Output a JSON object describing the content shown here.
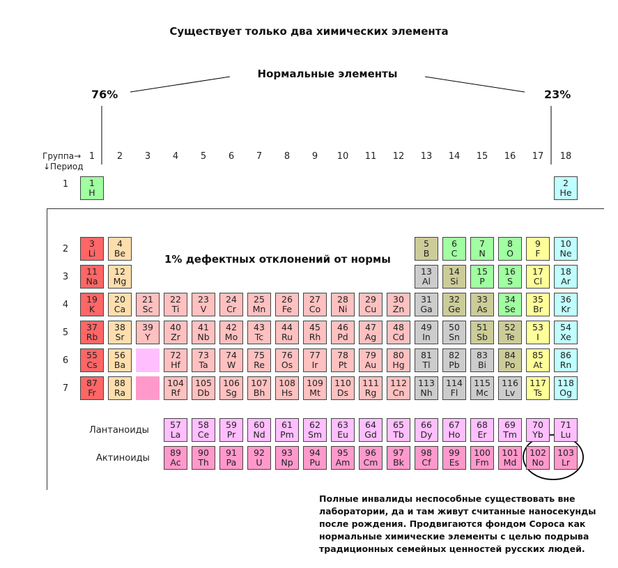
{
  "title": "Существует только два химических элемента",
  "normal_label": "Нормальные элементы",
  "left_percent": "76%",
  "right_percent": "23%",
  "defect_label": "1% дефектных отклонений от нормы",
  "axis": {
    "group": "Группа→",
    "period": "↓Период"
  },
  "groups": [
    "1",
    "2",
    "3",
    "4",
    "5",
    "6",
    "7",
    "8",
    "9",
    "10",
    "11",
    "12",
    "13",
    "14",
    "15",
    "16",
    "17",
    "18"
  ],
  "periods": [
    "1",
    "2",
    "3",
    "4",
    "5",
    "6",
    "7"
  ],
  "lanthanides_label": "Лантаноиды",
  "actinides_label": "Актиноиды",
  "note": "Полные инвалиды неспособные существовать вне лаборатории, да и там живут считанные наносекунды после рождения. Продвигаются фондом Сороса как нормальные химические элементы с целью подрыва традиционных семейных ценностей русских людей.",
  "colors": {
    "alkali": "#ff6666",
    "alkaline": "#ffdead",
    "transition": "#ffc0c0",
    "poor": "#cccccc",
    "metalloid": "#cccc99",
    "nonmetal": "#a0ffa0",
    "halogen": "#ffff99",
    "noble": "#c0ffff",
    "lanthanide": "#ffbfff",
    "actinide": "#ff99cc"
  },
  "elements": [
    {
      "n": "1",
      "s": "H",
      "c": "nonmetal",
      "g": 1,
      "p": 1
    },
    {
      "n": "2",
      "s": "He",
      "c": "noble",
      "g": 18,
      "p": 1
    },
    {
      "n": "3",
      "s": "Li",
      "c": "alkali",
      "g": 1,
      "p": 2
    },
    {
      "n": "4",
      "s": "Be",
      "c": "alkaline",
      "g": 2,
      "p": 2
    },
    {
      "n": "5",
      "s": "B",
      "c": "metalloid",
      "g": 13,
      "p": 2
    },
    {
      "n": "6",
      "s": "C",
      "c": "nonmetal",
      "g": 14,
      "p": 2
    },
    {
      "n": "7",
      "s": "N",
      "c": "nonmetal",
      "g": 15,
      "p": 2
    },
    {
      "n": "8",
      "s": "O",
      "c": "nonmetal",
      "g": 16,
      "p": 2
    },
    {
      "n": "9",
      "s": "F",
      "c": "halogen",
      "g": 17,
      "p": 2
    },
    {
      "n": "10",
      "s": "Ne",
      "c": "noble",
      "g": 18,
      "p": 2
    },
    {
      "n": "11",
      "s": "Na",
      "c": "alkali",
      "g": 1,
      "p": 3
    },
    {
      "n": "12",
      "s": "Mg",
      "c": "alkaline",
      "g": 2,
      "p": 3
    },
    {
      "n": "13",
      "s": "Al",
      "c": "poor",
      "g": 13,
      "p": 3
    },
    {
      "n": "14",
      "s": "Si",
      "c": "metalloid",
      "g": 14,
      "p": 3
    },
    {
      "n": "15",
      "s": "P",
      "c": "nonmetal",
      "g": 15,
      "p": 3
    },
    {
      "n": "16",
      "s": "S",
      "c": "nonmetal",
      "g": 16,
      "p": 3
    },
    {
      "n": "17",
      "s": "Cl",
      "c": "halogen",
      "g": 17,
      "p": 3
    },
    {
      "n": "18",
      "s": "Ar",
      "c": "noble",
      "g": 18,
      "p": 3
    },
    {
      "n": "19",
      "s": "K",
      "c": "alkali",
      "g": 1,
      "p": 4
    },
    {
      "n": "20",
      "s": "Ca",
      "c": "alkaline",
      "g": 2,
      "p": 4
    },
    {
      "n": "21",
      "s": "Sc",
      "c": "transition",
      "g": 3,
      "p": 4
    },
    {
      "n": "22",
      "s": "Ti",
      "c": "transition",
      "g": 4,
      "p": 4
    },
    {
      "n": "23",
      "s": "V",
      "c": "transition",
      "g": 5,
      "p": 4
    },
    {
      "n": "24",
      "s": "Cr",
      "c": "transition",
      "g": 6,
      "p": 4
    },
    {
      "n": "25",
      "s": "Mn",
      "c": "transition",
      "g": 7,
      "p": 4
    },
    {
      "n": "26",
      "s": "Fe",
      "c": "transition",
      "g": 8,
      "p": 4
    },
    {
      "n": "27",
      "s": "Co",
      "c": "transition",
      "g": 9,
      "p": 4
    },
    {
      "n": "28",
      "s": "Ni",
      "c": "transition",
      "g": 10,
      "p": 4
    },
    {
      "n": "29",
      "s": "Cu",
      "c": "transition",
      "g": 11,
      "p": 4
    },
    {
      "n": "30",
      "s": "Zn",
      "c": "transition",
      "g": 12,
      "p": 4
    },
    {
      "n": "31",
      "s": "Ga",
      "c": "poor",
      "g": 13,
      "p": 4
    },
    {
      "n": "32",
      "s": "Ge",
      "c": "metalloid",
      "g": 14,
      "p": 4
    },
    {
      "n": "33",
      "s": "As",
      "c": "metalloid",
      "g": 15,
      "p": 4
    },
    {
      "n": "34",
      "s": "Se",
      "c": "nonmetal",
      "g": 16,
      "p": 4
    },
    {
      "n": "35",
      "s": "Br",
      "c": "halogen",
      "g": 17,
      "p": 4
    },
    {
      "n": "36",
      "s": "Kr",
      "c": "noble",
      "g": 18,
      "p": 4
    },
    {
      "n": "37",
      "s": "Rb",
      "c": "alkali",
      "g": 1,
      "p": 5
    },
    {
      "n": "38",
      "s": "Sr",
      "c": "alkaline",
      "g": 2,
      "p": 5
    },
    {
      "n": "39",
      "s": "Y",
      "c": "transition",
      "g": 3,
      "p": 5
    },
    {
      "n": "40",
      "s": "Zr",
      "c": "transition",
      "g": 4,
      "p": 5
    },
    {
      "n": "41",
      "s": "Nb",
      "c": "transition",
      "g": 5,
      "p": 5
    },
    {
      "n": "42",
      "s": "Mo",
      "c": "transition",
      "g": 6,
      "p": 5
    },
    {
      "n": "43",
      "s": "Tc",
      "c": "transition",
      "g": 7,
      "p": 5
    },
    {
      "n": "44",
      "s": "Ru",
      "c": "transition",
      "g": 8,
      "p": 5
    },
    {
      "n": "45",
      "s": "Rh",
      "c": "transition",
      "g": 9,
      "p": 5
    },
    {
      "n": "46",
      "s": "Pd",
      "c": "transition",
      "g": 10,
      "p": 5
    },
    {
      "n": "47",
      "s": "Ag",
      "c": "transition",
      "g": 11,
      "p": 5
    },
    {
      "n": "48",
      "s": "Cd",
      "c": "transition",
      "g": 12,
      "p": 5
    },
    {
      "n": "49",
      "s": "In",
      "c": "poor",
      "g": 13,
      "p": 5
    },
    {
      "n": "50",
      "s": "Sn",
      "c": "poor",
      "g": 14,
      "p": 5
    },
    {
      "n": "51",
      "s": "Sb",
      "c": "metalloid",
      "g": 15,
      "p": 5
    },
    {
      "n": "52",
      "s": "Te",
      "c": "metalloid",
      "g": 16,
      "p": 5
    },
    {
      "n": "53",
      "s": "I",
      "c": "halogen",
      "g": 17,
      "p": 5
    },
    {
      "n": "54",
      "s": "Xe",
      "c": "noble",
      "g": 18,
      "p": 5
    },
    {
      "n": "55",
      "s": "Cs",
      "c": "alkali",
      "g": 1,
      "p": 6
    },
    {
      "n": "56",
      "s": "Ba",
      "c": "alkaline",
      "g": 2,
      "p": 6
    },
    {
      "n": "",
      "s": "",
      "c": "lanthanide",
      "g": 3,
      "p": 6
    },
    {
      "n": "72",
      "s": "Hf",
      "c": "transition",
      "g": 4,
      "p": 6
    },
    {
      "n": "73",
      "s": "Ta",
      "c": "transition",
      "g": 5,
      "p": 6
    },
    {
      "n": "74",
      "s": "W",
      "c": "transition",
      "g": 6,
      "p": 6
    },
    {
      "n": "75",
      "s": "Re",
      "c": "transition",
      "g": 7,
      "p": 6
    },
    {
      "n": "76",
      "s": "Os",
      "c": "transition",
      "g": 8,
      "p": 6
    },
    {
      "n": "77",
      "s": "Ir",
      "c": "transition",
      "g": 9,
      "p": 6
    },
    {
      "n": "78",
      "s": "Pt",
      "c": "transition",
      "g": 10,
      "p": 6
    },
    {
      "n": "79",
      "s": "Au",
      "c": "transition",
      "g": 11,
      "p": 6
    },
    {
      "n": "80",
      "s": "Hg",
      "c": "transition",
      "g": 12,
      "p": 6
    },
    {
      "n": "81",
      "s": "Tl",
      "c": "poor",
      "g": 13,
      "p": 6
    },
    {
      "n": "82",
      "s": "Pb",
      "c": "poor",
      "g": 14,
      "p": 6
    },
    {
      "n": "83",
      "s": "Bi",
      "c": "poor",
      "g": 15,
      "p": 6
    },
    {
      "n": "84",
      "s": "Po",
      "c": "metalloid",
      "g": 16,
      "p": 6
    },
    {
      "n": "85",
      "s": "At",
      "c": "halogen",
      "g": 17,
      "p": 6
    },
    {
      "n": "86",
      "s": "Rn",
      "c": "noble",
      "g": 18,
      "p": 6
    },
    {
      "n": "87",
      "s": "Fr",
      "c": "alkali",
      "g": 1,
      "p": 7
    },
    {
      "n": "88",
      "s": "Ra",
      "c": "alkaline",
      "g": 2,
      "p": 7
    },
    {
      "n": "",
      "s": "",
      "c": "actinide",
      "g": 3,
      "p": 7
    },
    {
      "n": "104",
      "s": "Rf",
      "c": "transition",
      "g": 4,
      "p": 7
    },
    {
      "n": "105",
      "s": "Db",
      "c": "transition",
      "g": 5,
      "p": 7
    },
    {
      "n": "106",
      "s": "Sg",
      "c": "transition",
      "g": 6,
      "p": 7
    },
    {
      "n": "107",
      "s": "Bh",
      "c": "transition",
      "g": 7,
      "p": 7
    },
    {
      "n": "108",
      "s": "Hs",
      "c": "transition",
      "g": 8,
      "p": 7
    },
    {
      "n": "109",
      "s": "Mt",
      "c": "transition",
      "g": 9,
      "p": 7
    },
    {
      "n": "110",
      "s": "Ds",
      "c": "transition",
      "g": 10,
      "p": 7
    },
    {
      "n": "111",
      "s": "Rg",
      "c": "transition",
      "g": 11,
      "p": 7
    },
    {
      "n": "112",
      "s": "Cn",
      "c": "transition",
      "g": 12,
      "p": 7
    },
    {
      "n": "113",
      "s": "Nh",
      "c": "poor",
      "g": 13,
      "p": 7
    },
    {
      "n": "114",
      "s": "Fl",
      "c": "poor",
      "g": 14,
      "p": 7
    },
    {
      "n": "115",
      "s": "Mc",
      "c": "poor",
      "g": 15,
      "p": 7
    },
    {
      "n": "116",
      "s": "Lv",
      "c": "poor",
      "g": 16,
      "p": 7
    },
    {
      "n": "117",
      "s": "Ts",
      "c": "halogen",
      "g": 17,
      "p": 7
    },
    {
      "n": "118",
      "s": "Og",
      "c": "noble",
      "g": 18,
      "p": 7
    }
  ],
  "lanthanides": [
    {
      "n": "57",
      "s": "La"
    },
    {
      "n": "58",
      "s": "Ce"
    },
    {
      "n": "59",
      "s": "Pr"
    },
    {
      "n": "60",
      "s": "Nd"
    },
    {
      "n": "61",
      "s": "Pm"
    },
    {
      "n": "62",
      "s": "Sm"
    },
    {
      "n": "63",
      "s": "Eu"
    },
    {
      "n": "64",
      "s": "Gd"
    },
    {
      "n": "65",
      "s": "Tb"
    },
    {
      "n": "66",
      "s": "Dy"
    },
    {
      "n": "67",
      "s": "Ho"
    },
    {
      "n": "68",
      "s": "Er"
    },
    {
      "n": "69",
      "s": "Tm"
    },
    {
      "n": "70",
      "s": "Yb"
    },
    {
      "n": "71",
      "s": "Lu"
    }
  ],
  "actinides": [
    {
      "n": "89",
      "s": "Ac"
    },
    {
      "n": "90",
      "s": "Th"
    },
    {
      "n": "91",
      "s": "Pa"
    },
    {
      "n": "92",
      "s": "U"
    },
    {
      "n": "93",
      "s": "Np"
    },
    {
      "n": "94",
      "s": "Pu"
    },
    {
      "n": "95",
      "s": "Am"
    },
    {
      "n": "96",
      "s": "Cm"
    },
    {
      "n": "97",
      "s": "Bk"
    },
    {
      "n": "98",
      "s": "Cf"
    },
    {
      "n": "99",
      "s": "Es"
    },
    {
      "n": "100",
      "s": "Fm"
    },
    {
      "n": "101",
      "s": "Md"
    },
    {
      "n": "102",
      "s": "No"
    },
    {
      "n": "103",
      "s": "Lr"
    }
  ]
}
